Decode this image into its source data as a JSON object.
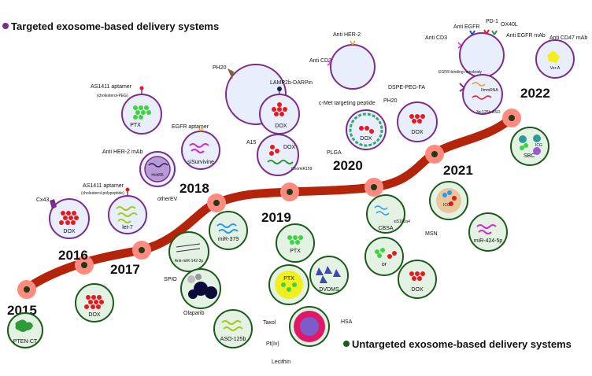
{
  "header_targeted": "Targeted exosome-based delivery systems",
  "header_untargeted": "Untargeted exosome-based delivery systems",
  "colors": {
    "targeted_border": "#7b2d8e",
    "targeted_fill": "#e9eefc",
    "untargeted_border": "#1c5a1c",
    "untargeted_fill": "#e3f2e3",
    "timeline": "#b3240a",
    "node": "#ff8b80",
    "node_center": "#1f3a14"
  },
  "years": {
    "y2015": "2015",
    "y2016": "2016",
    "y2017": "2017",
    "y2018": "2018",
    "y2019": "2019",
    "y2020": "2020",
    "y2021": "2021",
    "y2022": "2022"
  },
  "labels": {
    "pten_ct": "PTEN-CT",
    "dox": "DOX",
    "cx43": "Cx43",
    "as1411_a": "AS1411 aptamer",
    "chol_peg": "(cholesterol-PEG)",
    "as1411_b": "AS1411 aptamer",
    "chol_ppl": "(cholesterol-polypeptide)",
    "let7": "let-7",
    "anti_her2_mab": "Anti HER-2 mAb",
    "hchr6": "HchR6",
    "other_ev": "otherEV",
    "egfr_apt": "EGFR aptamer",
    "sisurvivine": "siSurvivine",
    "ptx": "PTX",
    "anti_mir142": "Anti-miR-142-3p",
    "mir379": "miR-379",
    "spio": "SPIO",
    "olaparib": "Olaparib",
    "aso125b": "ASO-125b",
    "ph20": "PH20",
    "lamp2b": "LAMP2b-DARPin",
    "a15": "A15",
    "chomir159": "ChomiR159",
    "taxol": "Taxol",
    "dvdms": "DVDMS",
    "hsa": "HSA",
    "pt_iv": "Pt(Iv)",
    "lecithin": "Lecithin",
    "anti_her2": "Anti HER-2",
    "anti_cd3": "Anti CD3",
    "cmet": "c-Met targeting peptide",
    "plga": "PLGA",
    "dspe": "DSPE-PEG-FA",
    "ph20b": "PH20",
    "sir100": "siS100a4",
    "cbsa": "CBSA",
    "or": "or",
    "msn": "MSN",
    "icg": "ICG",
    "mir424": "miR-424-5p",
    "anti_egfr": "Anti EGFR",
    "pd1": "PD-1",
    "ox40l": "OX40L",
    "anti_cd3b": "Anti CD3",
    "anti_egfr_mab": "Anti EGFR mAb",
    "anti_cd47": "Anti CD47 mAb",
    "egfr_nano": "EGFR-binding nanobody",
    "immrna": "IImmRNA",
    "aso3p": "3p-125b-ASO",
    "ver_a": "Ver-A",
    "sbc": "SBC"
  }
}
